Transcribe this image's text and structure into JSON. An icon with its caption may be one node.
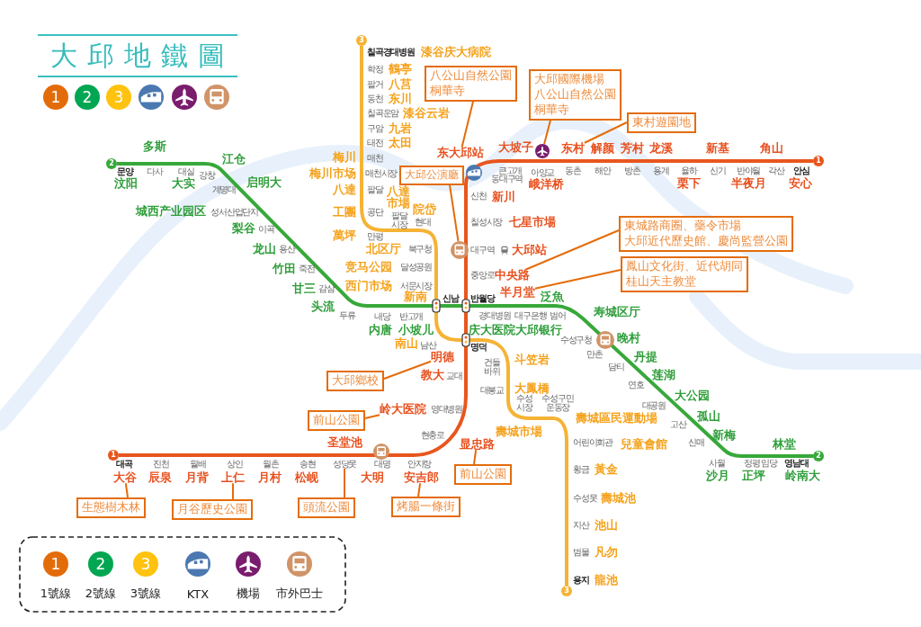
{
  "diagram": {
    "title": "大邱地鐵圖",
    "nodes": [
      {
        "text": [
          "八公山自然公園",
          "桐華寺"
        ]
      },
      {
        "text": [
          "大邱國際機場",
          "八公山自然公園",
          "桐華寺"
        ]
      },
      {
        "text": [
          "東村遊園地"
        ]
      },
      {
        "text": [
          "大邱公演廳"
        ]
      },
      {
        "text": [
          "東城路商圈、藥令市場",
          "大邱近代歷史館、慶尚監營公園"
        ]
      },
      {
        "text": [
          "鳳山文化街、近代胡同",
          "桂山天主教堂"
        ]
      },
      {
        "text": [
          "大邱鄉校"
        ]
      },
      {
        "text": [
          "前山公園"
        ]
      },
      {
        "text": [
          "前山公園"
        ]
      },
      {
        "text": [
          "烤腸一條街"
        ]
      },
      {
        "text": [
          "頭流公園"
        ]
      },
      {
        "text": [
          "月谷歷史公園"
        ]
      },
      {
        "text": [
          "生態樹木林"
        ]
      },
      {
        "text": [
          "3"
        ]
      },
      {
        "text": [
          "1"
        ]
      },
      {
        "text": [
          "2"
        ]
      },
      {
        "text": [
          "1"
        ]
      },
      {
        "text": [
          "2"
        ]
      },
      {
        "text": [
          "3"
        ]
      },
      {
        "text": [
          "东大邱站"
        ]
      },
      {
        "text": [],
        "shape": "picture"
      },
      {
        "text": [
          "东村"
        ]
      },
      {
        "text": [],
        "shape": "picture"
      },
      {
        "text": [
          "中央路"
        ]
      },
      {
        "text": [
          "半月堂"
        ]
      },
      {
        "text": [
          "明德"
        ]
      },
      {
        "text": [
          "岭大医院"
        ]
      },
      {
        "text": [
          "显忠路"
        ]
      },
      {
        "text": [
          "安吉郎"
        ]
      },
      {
        "text": [
          "성당못"
        ]
      },
      {
        "text": [
          "上仁"
        ]
      },
      {
        "text": [
          "大谷"
        ]
      }
    ],
    "edges": [
      {
        "from": 0,
        "to": 19,
        "arrow": "none"
      },
      {
        "from": 1,
        "to": 20,
        "arrow": "none"
      },
      {
        "from": 2,
        "to": 21,
        "arrow": "none"
      },
      {
        "from": 3,
        "to": 22,
        "arrow": "none"
      },
      {
        "from": 4,
        "to": 23,
        "arrow": "none"
      },
      {
        "from": 5,
        "to": 24,
        "arrow": "none"
      },
      {
        "from": 6,
        "to": 25,
        "arrow": "none"
      },
      {
        "from": 7,
        "to": 26,
        "arrow": "none"
      },
      {
        "from": 8,
        "to": 27,
        "arrow": "none"
      },
      {
        "from": 9,
        "to": 28,
        "arrow": "none"
      },
      {
        "from": 10,
        "to": 29,
        "arrow": "none"
      },
      {
        "from": 11,
        "to": 30,
        "arrow": "none"
      },
      {
        "from": 12,
        "to": 31,
        "arrow": "none"
      },
      {
        "from": 14,
        "to": 16,
        "arrow": "none",
        "style": "thick",
        "color": "#e8561e"
      },
      {
        "from": 15,
        "to": 17,
        "arrow": "none",
        "style": "thick",
        "color": "#37a83a"
      },
      {
        "from": 13,
        "to": 18,
        "arrow": "none",
        "style": "thick",
        "color": "#f5b335"
      }
    ],
    "labels": [
      "1",
      "2",
      "3",
      "칠곡경대병원",
      "漆谷庆大病院",
      "학정",
      "鶴亭",
      "팔거",
      "八莒",
      "동천",
      "东川",
      "칠곡운암",
      "漆谷云岩",
      "구암",
      "九岩",
      "태전",
      "太田",
      "梅川",
      "매천",
      "梅川市场",
      "매천시장",
      "八達",
      "팔달",
      "工團",
      "공단",
      "八達市場",
      "院岱",
      "팔달 시장",
      "현대",
      "萬坪",
      "만평",
      "北区厅",
      "북구청",
      "竞马公园",
      "달성공원",
      "西门市场",
      "서문시장",
      "新南",
      "신남",
      "南山",
      "남산",
      "명덕",
      "건들 바위",
      "斗笠岩",
      "대봉교",
      "大鳳橋",
      "수성 시장",
      "壽城市場",
      "수성구민 운동장",
      "壽城區民運動場",
      "어린이회관",
      "兒童會館",
      "황금",
      "黃金",
      "수성못",
      "壽城池",
      "지산",
      "池山",
      "범물",
      "凡勿",
      "용지",
      "龍池",
      "동대구역",
      "大坡子",
      "큰고개",
      "아양교",
      "峨洋桥",
      "동촌",
      "解颜",
      "해안",
      "芳村",
      "방촌",
      "龙溪",
      "용계",
      "율하",
      "栗下",
      "新基",
      "신기",
      "반야월",
      "半夜月",
      "角山",
      "각산",
      "안심",
      "安心",
      "신천",
      "新川",
      "칠성시장",
      "七星市場",
      "대구역",
      "大邱站",
      "중앙로",
      "반월당",
      "교대",
      "教大",
      "영대병원",
      "현충로",
      "대곡",
      "진천",
      "辰泉",
      "월배",
      "月背",
      "상인",
      "월촌",
      "月村",
      "송현",
      "松岘",
      "圣堂池",
      "대명",
      "大明",
      "안지랑",
      "多斯",
      "문양",
      "다사",
      "대실",
      "汶阳",
      "大实",
      "江仓",
      "강창",
      "계명대",
      "启明大",
      "성서산업단지",
      "城西产业园区",
      "梨谷",
      "이곡",
      "龙山",
      "용산",
      "竹田",
      "죽전",
      "甘三",
      "감삼",
      "头流",
      "두류",
      "내당",
      "반고개",
      "内唐",
      "小坡儿",
      "泛魚",
      "경대병원",
      "대구은행",
      "범어",
      "庆大医院",
      "大邱银行",
      "수성구청",
      "寿城区厅",
      "晚村",
      "만촌",
      "丹提",
      "담티",
      "莲湖",
      "연호",
      "大公园",
      "대공원",
      "孤山",
      "고산",
      "新梅",
      "신매",
      "사월",
      "沙月",
      "정평",
      "正坪",
      "林堂",
      "임당",
      "영남대",
      "岭南大",
      "1",
      "2",
      "3"
    ],
    "legend": [
      {
        "text": "1號線",
        "color": "#e36c0a"
      },
      {
        "text": "2號線",
        "color": "#00a651"
      },
      {
        "text": "3號線",
        "color": "#ffc20e"
      },
      {
        "text": "KTX"
      },
      {
        "text": "機場"
      },
      {
        "text": "市外巴士"
      }
    ]
  }
}
